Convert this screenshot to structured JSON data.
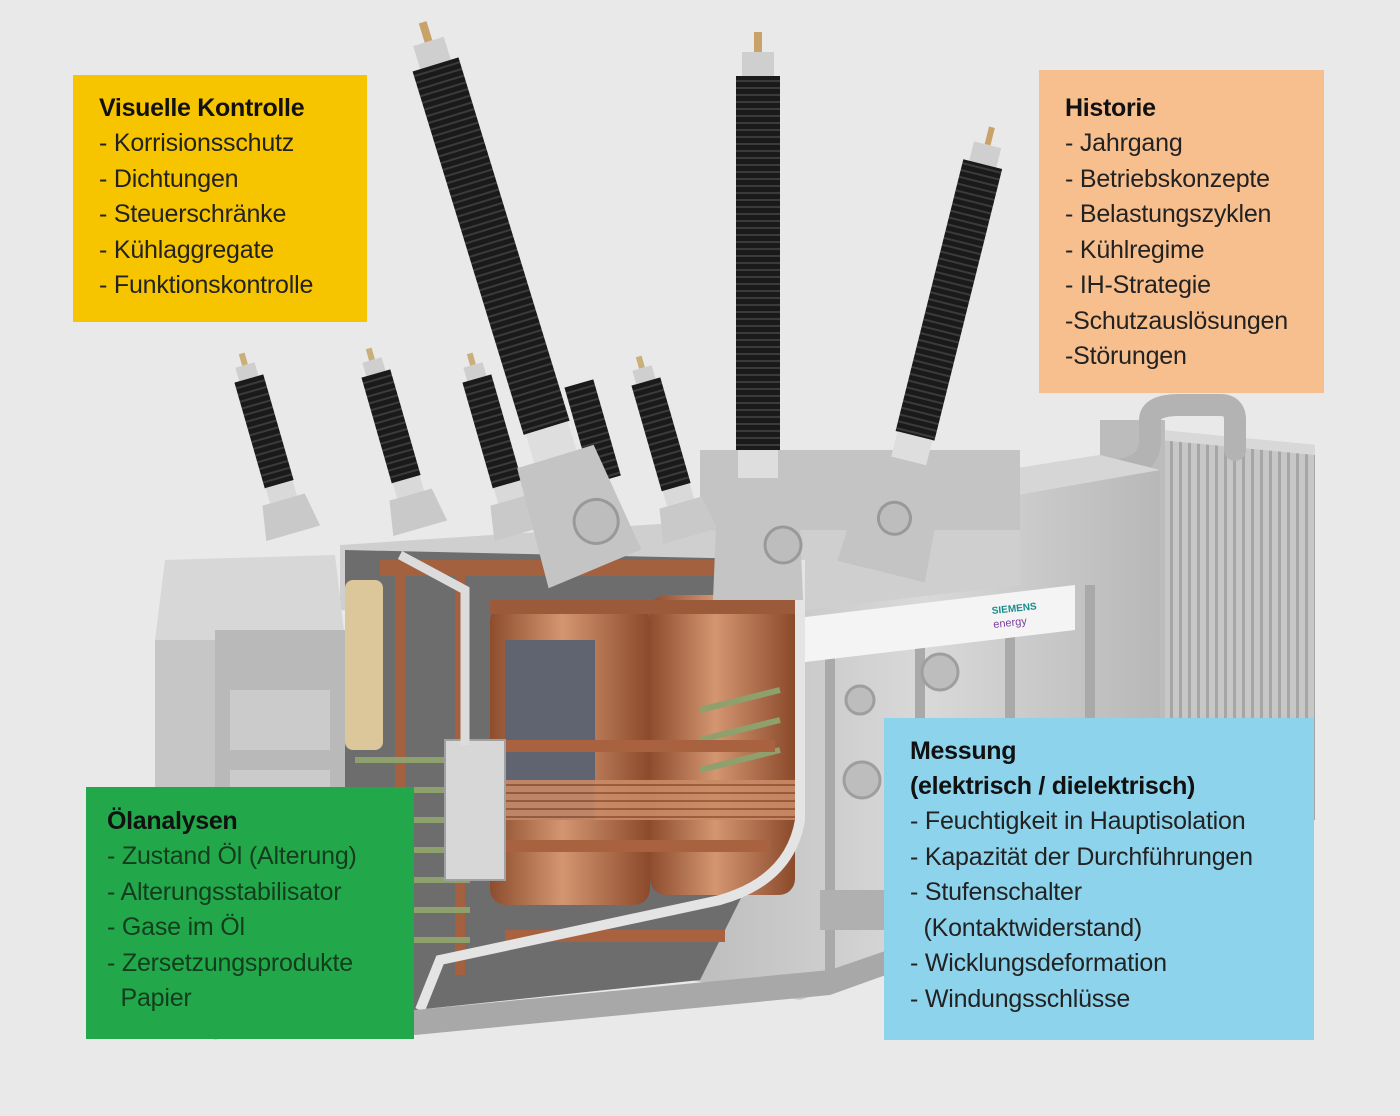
{
  "boxes": {
    "visual": {
      "title": "Visuelle Kontrolle",
      "items": [
        "- Korrisionsschutz",
        "- Dichtungen",
        "- Steuerschränke",
        "- Kühlaggregate",
        "- Funktionskontrolle"
      ]
    },
    "history": {
      "title": "Historie",
      "items": [
        "- Jahrgang",
        "- Betriebskonzepte",
        "- Belastungszyklen",
        "- Kühlregime",
        "- IH-Strategie",
        "-Schutzauslösungen",
        "-Störungen"
      ]
    },
    "oil": {
      "title": "Ölanalysen",
      "items": [
        "- Zustand Öl (Alterung)",
        "- Alterungsstabilisator",
        "- Gase im Öl",
        "- Zersetzungsprodukte",
        "  Papier"
      ]
    },
    "measure": {
      "title_line1": "Messung",
      "title_line2": "(elektrisch / dielektrisch)",
      "items": [
        "- Feuchtigkeit in Hauptisolation",
        "- Kapazität der Durchführungen",
        "- Stufenschalter",
        "  (Kontaktwiderstand)",
        "- Wicklungsdeformation",
        "- Windungsschlüsse"
      ]
    }
  },
  "logo": {
    "line1": "SIEMENS",
    "line2": "energy"
  },
  "colors": {
    "background": "#e9e9e9",
    "visual_box": "#f7c400",
    "history_box": "#f7be8e",
    "oil_box": "#22a84a",
    "measure_box": "#8dd3eb",
    "bushing": "#1c1c1c",
    "tank": "#cfcfcf",
    "copper": "#b5704a"
  }
}
